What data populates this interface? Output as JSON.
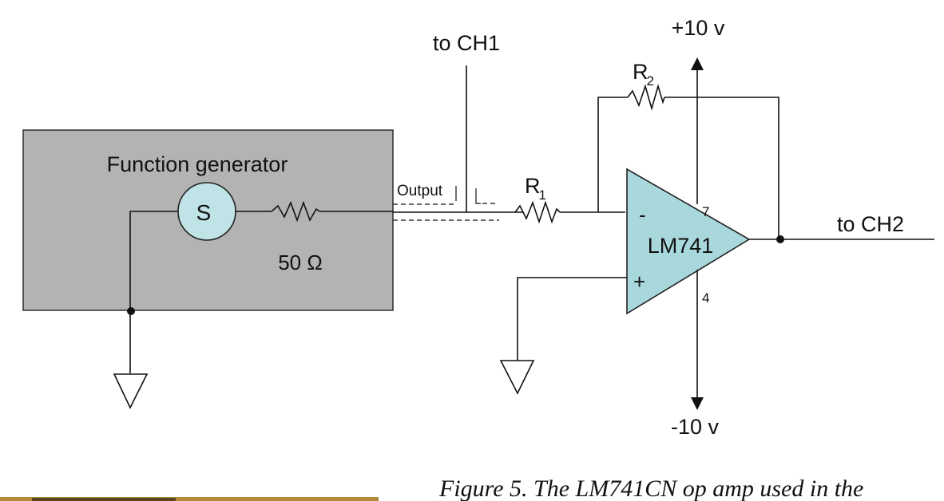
{
  "generator": {
    "title": "Function generator",
    "source_label": "S",
    "resistance_label": "50 Ω",
    "output_label": "Output",
    "box_color": "#b3b3b3",
    "source_color": "#bfe3e6"
  },
  "opamp": {
    "name": "LM741",
    "inverting_sign": "-",
    "noninverting_sign": "+",
    "pin_top": "7",
    "pin_bottom": "4",
    "fill_color": "#a9d8dc"
  },
  "resistors": {
    "r1_letter": "R",
    "r1_sub": "1",
    "r2_letter": "R",
    "r2_sub": "2"
  },
  "supplies": {
    "positive": "+10 v",
    "negative": "-10 v"
  },
  "probes": {
    "ch1": "to CH1",
    "ch2": "to CH2"
  },
  "caption": "Figure 5.  The LM741CN op amp used in the"
}
